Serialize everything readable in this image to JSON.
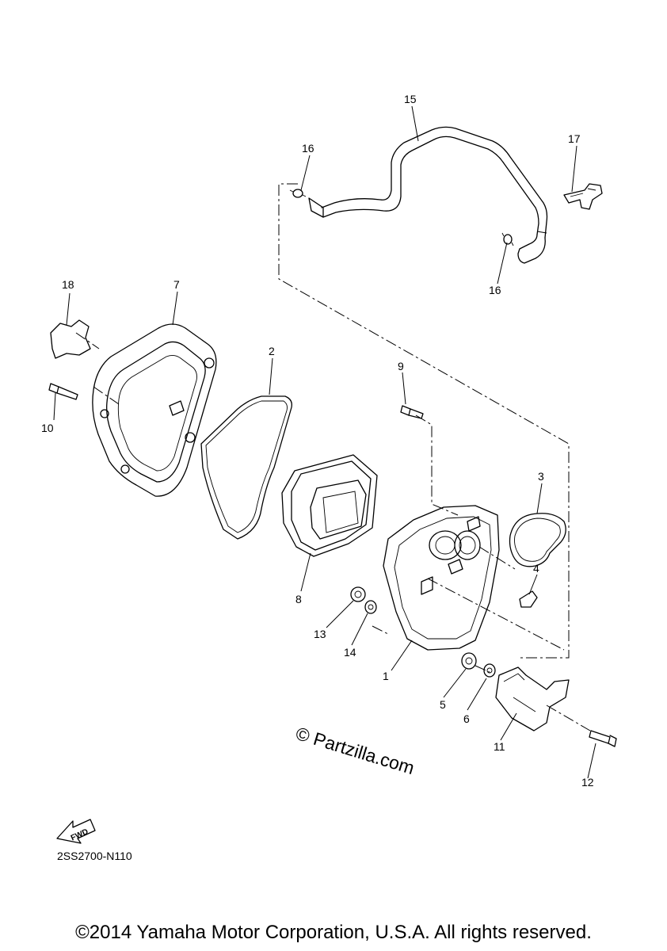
{
  "callouts": [
    "1",
    "2",
    "3",
    "4",
    "5",
    "6",
    "7",
    "8",
    "9",
    "10",
    "11",
    "12",
    "13",
    "14",
    "15",
    "16",
    "16",
    "17",
    "18"
  ],
  "fwd_label": "FWD",
  "watermark": "© Partzilla.com",
  "drawing_code": "2SS2700-N110",
  "copyright": "©2014 Yamaha Motor Corporation, U.S.A. All rights reserved."
}
